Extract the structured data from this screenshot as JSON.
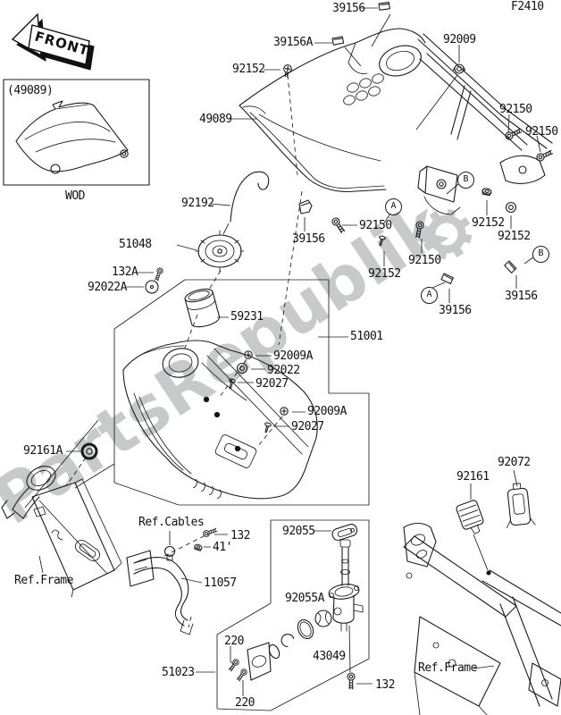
{
  "page": {
    "code": "F2410"
  },
  "watermark": {
    "text": "PartsRepublik"
  },
  "icons": {
    "watermark_gear": "gear-icon",
    "front_marker": "front-direction-arrow-icon"
  },
  "front_marker": {
    "text": "FRONT"
  },
  "inset": {
    "caption": "(49089)",
    "view_label": "WOD"
  },
  "connector_refs": [
    {
      "letter": "A"
    },
    {
      "letter": "A"
    },
    {
      "letter": "B"
    },
    {
      "letter": "B"
    }
  ],
  "callouts": [
    {
      "part": "39156"
    },
    {
      "part": "39156A"
    },
    {
      "part": "92009"
    },
    {
      "part": "92152"
    },
    {
      "part": "49089"
    },
    {
      "part": "92150"
    },
    {
      "part": "92150"
    },
    {
      "part": "92192"
    },
    {
      "part": "51048"
    },
    {
      "part": "39156"
    },
    {
      "part": "92150"
    },
    {
      "part": "92152"
    },
    {
      "part": "92150"
    },
    {
      "part": "92152"
    },
    {
      "part": "92152"
    },
    {
      "part": "39156"
    },
    {
      "part": "39156"
    },
    {
      "part": "51001"
    },
    {
      "part": "92009A"
    },
    {
      "part": "92022"
    },
    {
      "part": "92027"
    },
    {
      "part": "92009A"
    },
    {
      "part": "92027"
    },
    {
      "part": "132A"
    },
    {
      "part": "92022A"
    },
    {
      "part": "59231"
    },
    {
      "part": "92161A"
    },
    {
      "part": "Ref.Frame"
    },
    {
      "part": "Ref.Cables"
    },
    {
      "part": "132"
    },
    {
      "part": "41'"
    },
    {
      "part": "11057"
    },
    {
      "part": "92055"
    },
    {
      "part": "92055A"
    },
    {
      "part": "43049"
    },
    {
      "part": "220"
    },
    {
      "part": "220"
    },
    {
      "part": "132"
    },
    {
      "part": "51023"
    },
    {
      "part": "92161"
    },
    {
      "part": "92072"
    },
    {
      "part": "Ref.Frame"
    }
  ]
}
